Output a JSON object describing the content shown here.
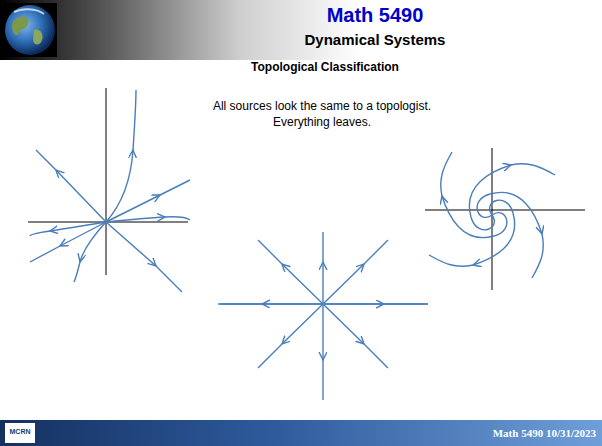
{
  "diagram": {
    "title": "Math 5490",
    "labels": [
      "Dynamical Systems",
      "Topological Classification",
      "All sources look the same to a topologist. Everything leaves.",
      "MCRN",
      "Math 5490 10/31/2023"
    ]
  }
}
